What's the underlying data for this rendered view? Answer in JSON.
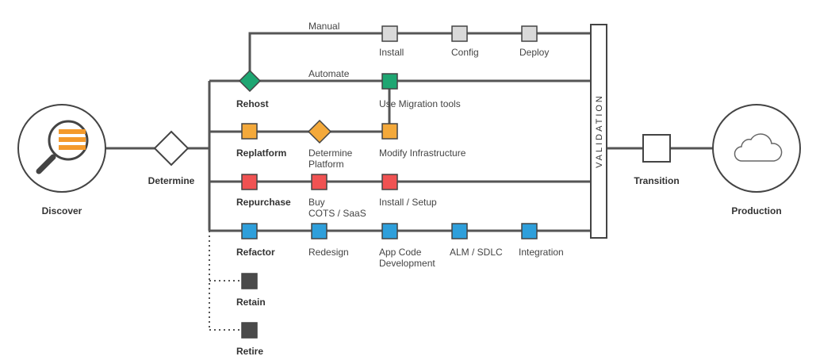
{
  "colors": {
    "manual": "#d9d9d9",
    "rehost": "#1ea672",
    "replatform": "#f4a93a",
    "repurchase": "#f05252",
    "refactor": "#2e9fdb",
    "retire": "#4a4a4a",
    "discover_icon": "#f49a2c"
  },
  "icons": {
    "discover": "magnifier-icon",
    "production": "cloud-icon"
  },
  "nodes": {
    "discover": "Discover",
    "determine": "Determine",
    "validation": "VALIDATION",
    "transition": "Transition",
    "production": "Production"
  },
  "paths": {
    "manual": {
      "label": "Manual",
      "steps": [
        "Install",
        "Config",
        "Deploy"
      ]
    },
    "rehost": {
      "label": "Rehost",
      "connector": "Automate",
      "step": "Use Migration tools"
    },
    "replatform": {
      "label": "Replatform",
      "decision": [
        "Determine",
        "Platform"
      ],
      "step": "Modify Infrastructure"
    },
    "repurchase": {
      "label": "Repurchase",
      "step1": [
        "Buy",
        "COTS / SaaS"
      ],
      "step2": "Install / Setup"
    },
    "refactor": {
      "label": "Refactor",
      "steps": [
        "Redesign",
        "App Code",
        "Development",
        "ALM / SDLC",
        "Integration"
      ]
    },
    "retain": {
      "label": "Retain"
    },
    "retire": {
      "label": "Retire"
    }
  }
}
